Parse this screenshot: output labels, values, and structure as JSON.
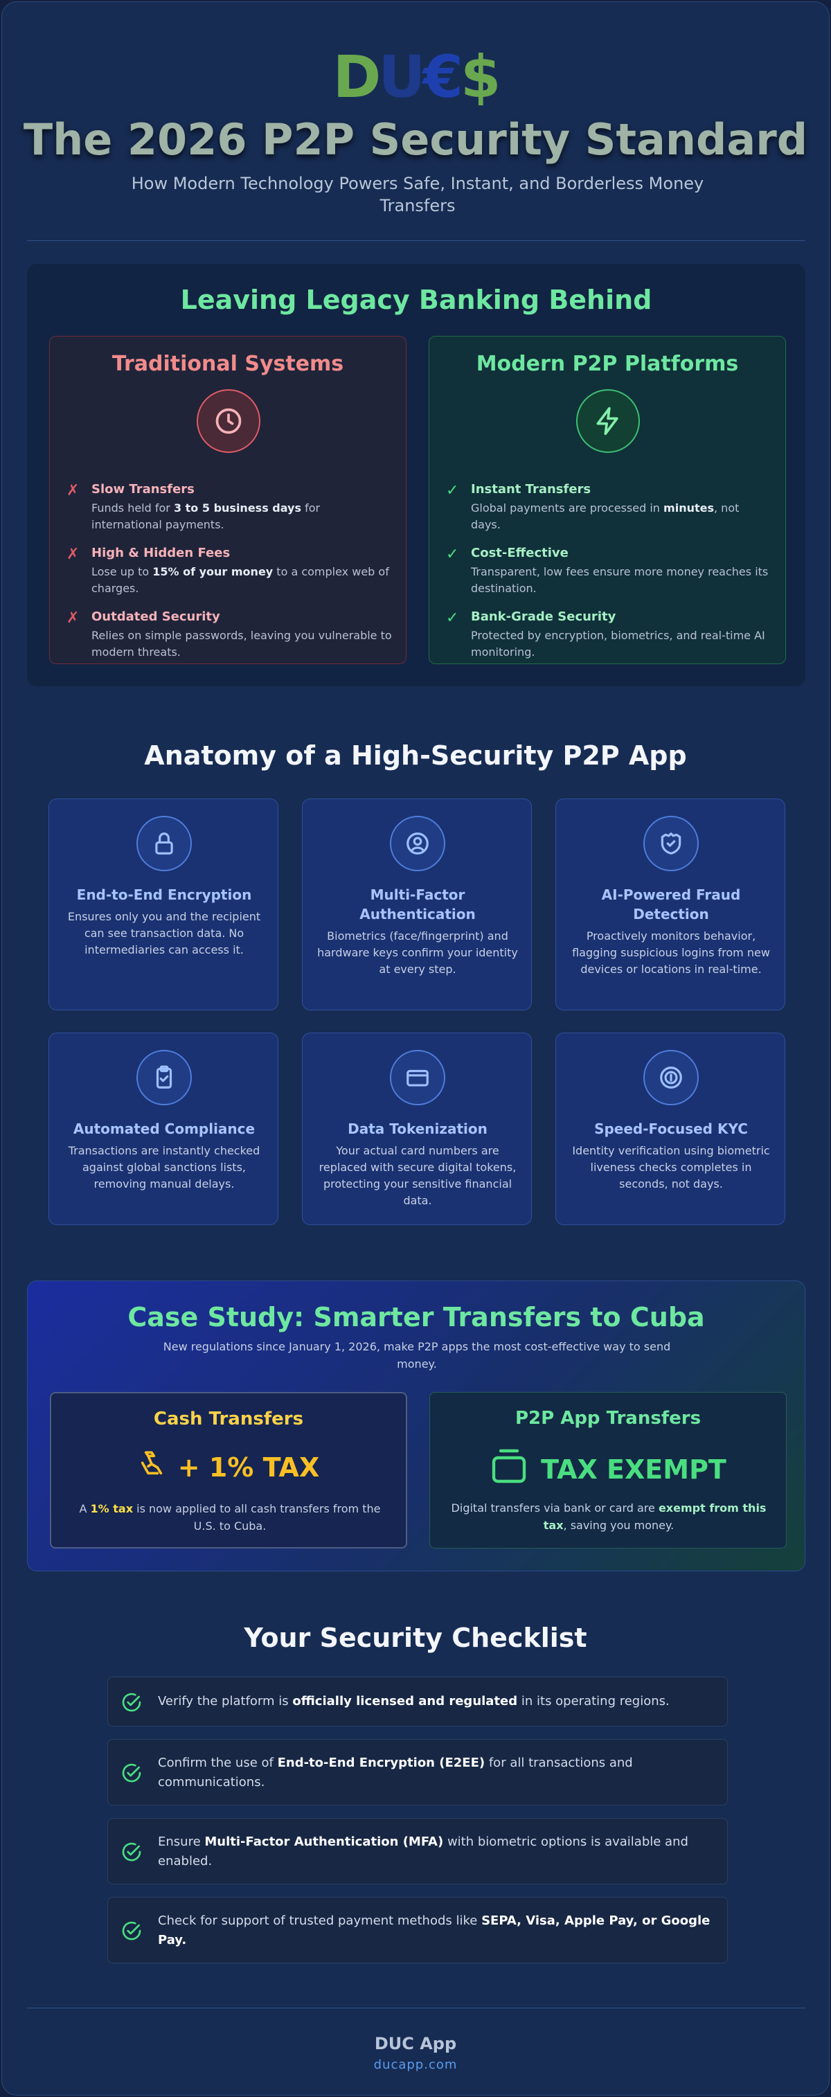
{
  "header": {
    "logo": {
      "d": "D",
      "u": "U",
      "c": "€",
      "s": "$"
    },
    "title": "The 2026 P2P Security Standard",
    "subtitle": "How Modern Technology Powers Safe, Instant, and Borderless Money Transfers"
  },
  "legacy": {
    "title": "Leaving Legacy Banking Behind",
    "traditional": {
      "heading": "Traditional Systems",
      "icon": "clock-icon",
      "mark": "✗",
      "items": [
        {
          "title": "Slow Transfers",
          "pre": "Funds held for ",
          "bold": "3 to 5 business days",
          "post": " for international payments."
        },
        {
          "title": "High & Hidden Fees",
          "pre": "Lose up to ",
          "bold": "15% of your money",
          "post": " to a complex web of charges."
        },
        {
          "title": "Outdated Security",
          "pre": "Relies on simple passwords, leaving you vulnerable to modern threats.",
          "bold": "",
          "post": ""
        }
      ]
    },
    "modern": {
      "heading": "Modern P2P Platforms",
      "icon": "lightning-icon",
      "mark": "✓",
      "items": [
        {
          "title": "Instant Transfers",
          "pre": "Global payments are processed in ",
          "bold": "minutes",
          "post": ", not days."
        },
        {
          "title": "Cost-Effective",
          "pre": "Transparent, low fees ensure more money reaches its destination.",
          "bold": "",
          "post": ""
        },
        {
          "title": "Bank-Grade Security",
          "pre": "Protected by encryption, biometrics, and real-time AI monitoring.",
          "bold": "",
          "post": ""
        }
      ]
    }
  },
  "anatomy": {
    "title": "Anatomy of a High-Security P2P App",
    "features": [
      {
        "title": "End-to-End Encryption",
        "desc": "Ensures only you and the recipient can see transaction data. No intermediaries can access it.",
        "icon": "lock-icon"
      },
      {
        "title": "Multi-Factor Authentication",
        "desc": "Biometrics (face/fingerprint) and hardware keys confirm your identity at every step.",
        "icon": "user-circle-icon"
      },
      {
        "title": "AI-Powered Fraud Detection",
        "desc": "Proactively monitors behavior, flagging suspicious logins from new devices or locations in real-time.",
        "icon": "shield-check-icon"
      },
      {
        "title": "Automated Compliance",
        "desc": "Transactions are instantly checked against global sanctions lists, removing manual delays.",
        "icon": "clipboard-check-icon"
      },
      {
        "title": "Data Tokenization",
        "desc": "Your actual card numbers are replaced with secure digital tokens, protecting your sensitive financial data.",
        "icon": "credit-card-icon"
      },
      {
        "title": "Speed-Focused KYC",
        "desc": "Identity verification using biometric liveness checks completes in seconds, not days.",
        "icon": "id-badge-icon"
      }
    ]
  },
  "case_study": {
    "title": "Case Study: Smarter Transfers to Cuba",
    "subtitle": "New regulations since January 1, 2026, make P2P apps the most cost-effective way to send money.",
    "cash": {
      "heading": "Cash Transfers",
      "big": "+ 1% TAX",
      "icon": "hand-cash-icon",
      "pre": "A ",
      "bold": "1% tax",
      "post": " is now applied to all cash transfers from the U.S. to Cuba."
    },
    "p2p": {
      "heading": "P2P App Transfers",
      "big": "TAX EXEMPT",
      "icon": "wallet-icon",
      "pre": "Digital transfers via bank or card are ",
      "bold": "exempt from this tax",
      "post": ", saving you money."
    }
  },
  "checklist": {
    "title": "Your Security Checklist",
    "items": [
      {
        "pre": "Verify the platform is ",
        "bold": "officially licensed and regulated",
        "post": " in its operating regions."
      },
      {
        "pre": "Confirm the use of ",
        "bold": "End-to-End Encryption (E2EE)",
        "post": " for all transactions and communications."
      },
      {
        "pre": "Ensure ",
        "bold": "Multi-Factor Authentication (MFA)",
        "post": " with biometric options is available and enabled."
      },
      {
        "pre": "Check for support of trusted payment methods like ",
        "bold": "SEPA, Visa, Apple Pay, or Google Pay.",
        "post": ""
      }
    ]
  },
  "footer": {
    "name": "DUC App",
    "url": "ducapp.com"
  },
  "colors": {
    "background": "#172c53",
    "accent_green": "#6ee7a0",
    "accent_red": "#f28b8b",
    "accent_yellow": "#fbbf24",
    "accent_blue": "#a8c4ff"
  }
}
